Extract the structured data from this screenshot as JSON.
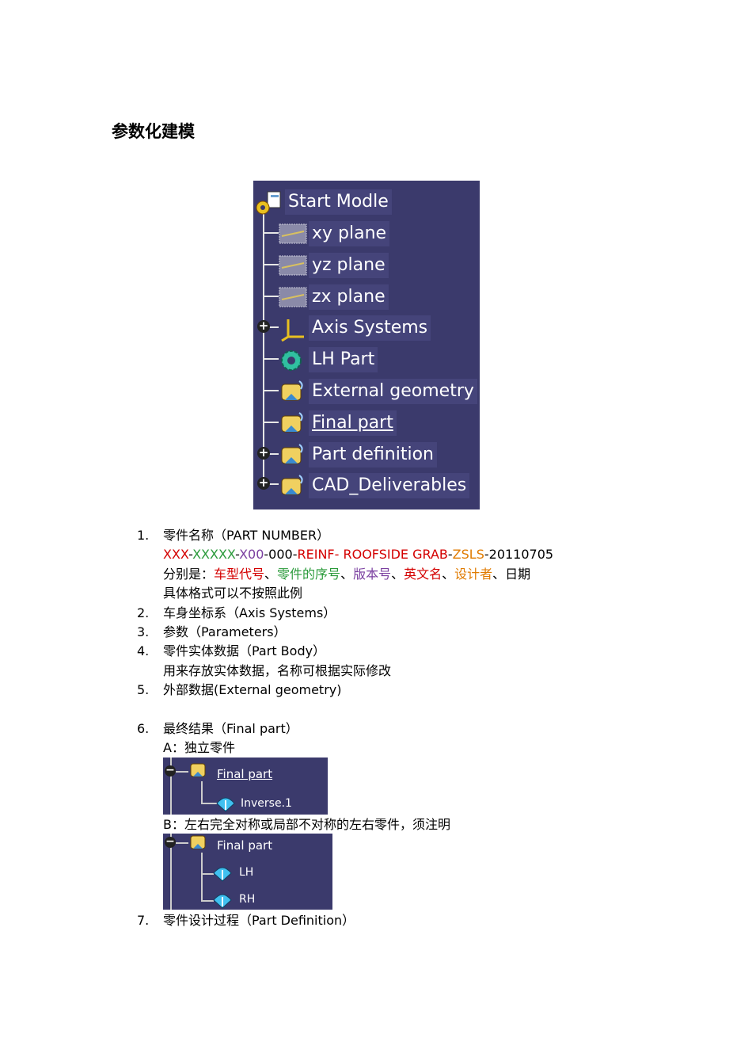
{
  "title": "参数化建模",
  "tree": {
    "items": [
      {
        "label": "Start Modle",
        "icon": "part-icon"
      },
      {
        "label": "xy plane",
        "icon": "plane-icon"
      },
      {
        "label": "yz plane",
        "icon": "plane-icon"
      },
      {
        "label": "zx plane",
        "icon": "plane-icon"
      },
      {
        "label": "Axis Systems",
        "icon": "axis-system-icon"
      },
      {
        "label": "LH Part",
        "icon": "gear-icon"
      },
      {
        "label": "External geometry",
        "icon": "geometrical-set-icon"
      },
      {
        "label": "Final part",
        "icon": "geometrical-set-icon"
      },
      {
        "label": "Part definition",
        "icon": "geometrical-set-icon"
      },
      {
        "label": "CAD_Deliverables",
        "icon": "geometrical-set-icon"
      }
    ]
  },
  "list": {
    "item1": {
      "num": "1.",
      "text": "零件名称（PART NUMBER）",
      "code": {
        "p1": "XXX",
        "s1": "-",
        "p2": "XXXXX",
        "s2": "-",
        "p3": "X00",
        "s3": "-000-",
        "p4": "REINF- ROOFSIDE GRAB",
        "s4": "-",
        "p5": "ZSLS",
        "s5": "-20110705"
      },
      "desc": {
        "prefix": "分别是：",
        "a": "车型代号",
        "sep": "、",
        "b": "零件的序号",
        "c": "版本号",
        "d": "英文名",
        "e": "设计者",
        "f": "日期"
      },
      "note": "具体格式可以不按照此例"
    },
    "item2": {
      "num": "2.",
      "text": "车身坐标系（Axis Systems）"
    },
    "item3": {
      "num": "3.",
      "text": "参数（Parameters）"
    },
    "item4": {
      "num": "4.",
      "text": "零件实体数据（Part Body）",
      "note": "用来存放实体数据，名称可根据实际修改"
    },
    "item5": {
      "num": "5.",
      "text": "外部数据(External  geometry)"
    },
    "item6": {
      "num": "6.",
      "text": "最终结果（Final part）",
      "a": "A：独立零件",
      "b": "B：左右完全对称或局部不对称的左右零件，须注明"
    },
    "item7": {
      "num": "7.",
      "text": "零件设计过程（Part Definition）"
    }
  },
  "miniA": {
    "parent": "Final part",
    "child": "Inverse.1"
  },
  "miniB": {
    "parent": "Final part",
    "child1": "LH",
    "child2": "RH"
  },
  "colors": {
    "panel": "#3b3a6c",
    "red": "#d40000",
    "green": "#2a9a3a",
    "purple": "#7a3fa0",
    "orange": "#e07b00"
  }
}
